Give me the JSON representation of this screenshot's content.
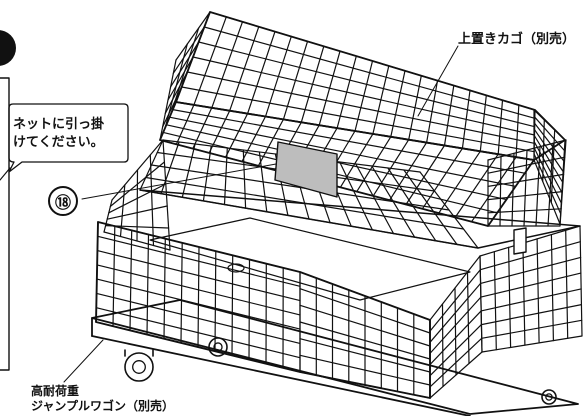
{
  "labels": {
    "top_basket": "上置きカゴ（別売）",
    "hook_note": "ネットに引っ掛\nけてください。",
    "part_number": "⑱",
    "bottom_line1": "高耐荷重",
    "bottom_line2": "ジャンプルワゴン（別売）"
  },
  "colors": {
    "line": "#111111",
    "panel": "#bdbdbd",
    "paper": "#ffffff"
  }
}
